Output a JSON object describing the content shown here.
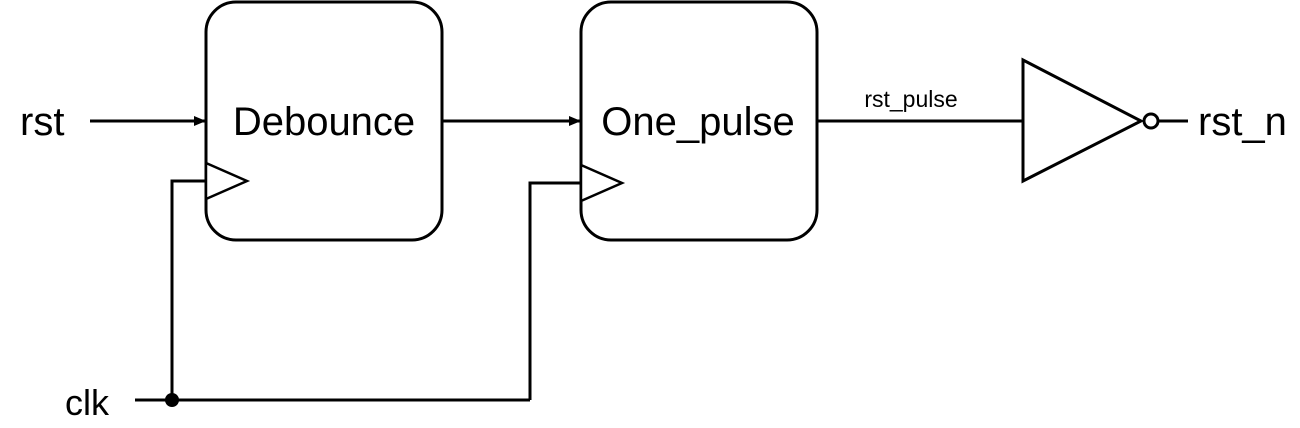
{
  "signals": {
    "rst_in": "rst",
    "clk": "clk",
    "rst_pulse": "rst_pulse",
    "rst_n": "rst_n"
  },
  "blocks": {
    "debounce": "Debounce",
    "one_pulse": "One_pulse"
  },
  "colors": {
    "stroke": "#000000",
    "fill": "#ffffff"
  }
}
